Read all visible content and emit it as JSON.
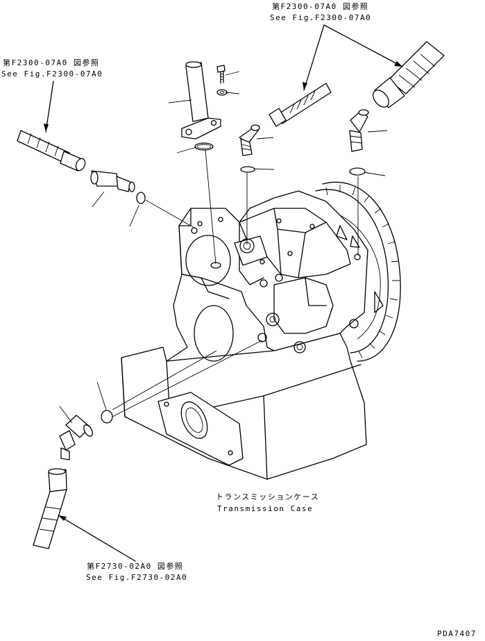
{
  "refs": {
    "top_right": {
      "jp": "第F2300-07A0 図参照",
      "en": "See Fig.F2300-07A0"
    },
    "left": {
      "jp": "第F2300-07A0 図参照",
      "en": "See Fig.F2300-07A0"
    },
    "bottom": {
      "jp": "第F2730-02A0 図参照",
      "en": "See Fig.F2730-02A0"
    }
  },
  "case_label": {
    "jp": "トランスミッションケース",
    "en": "Transmission Case"
  },
  "drawing_code": "PDA7407"
}
